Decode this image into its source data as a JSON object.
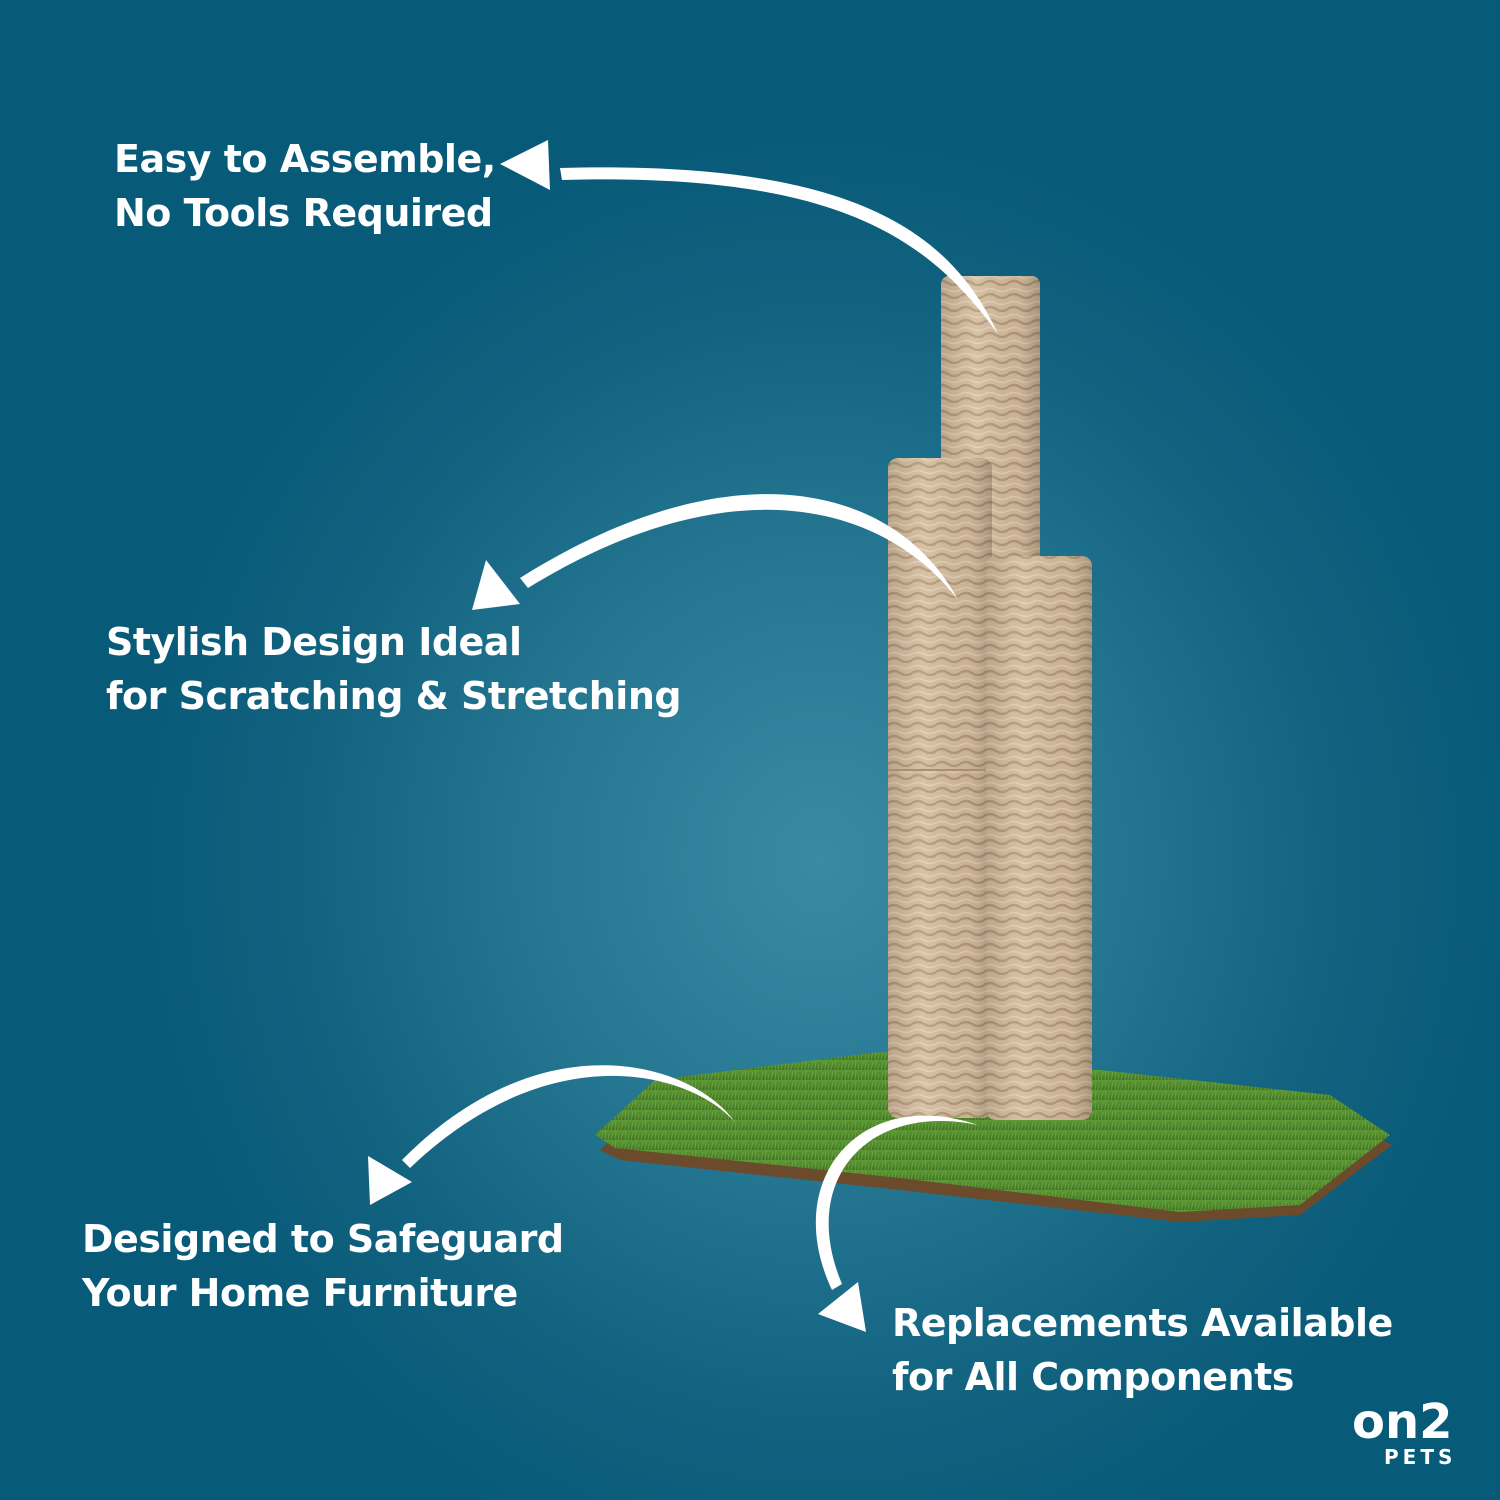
{
  "features": [
    {
      "lines": [
        "Easy to Assemble,",
        "No Tools Required"
      ]
    },
    {
      "lines": [
        "Stylish Design Ideal",
        "for Scratching & Stretching"
      ]
    },
    {
      "lines": [
        "Designed to Safeguard",
        "Your Home Furniture"
      ]
    },
    {
      "lines": [
        "Replacements Available",
        "for All Components"
      ]
    }
  ],
  "logo": {
    "top": "on2",
    "bottom": "PETS"
  },
  "colors": {
    "background": "#0b5d7b",
    "background_center": "#3a8aa3",
    "text": "#ffffff",
    "sisal": "#d2b899",
    "grass": "#4f8a2e"
  },
  "product": {
    "name": "cat-scratching-post",
    "posts": 3,
    "base": "artificial-grass-pad"
  }
}
